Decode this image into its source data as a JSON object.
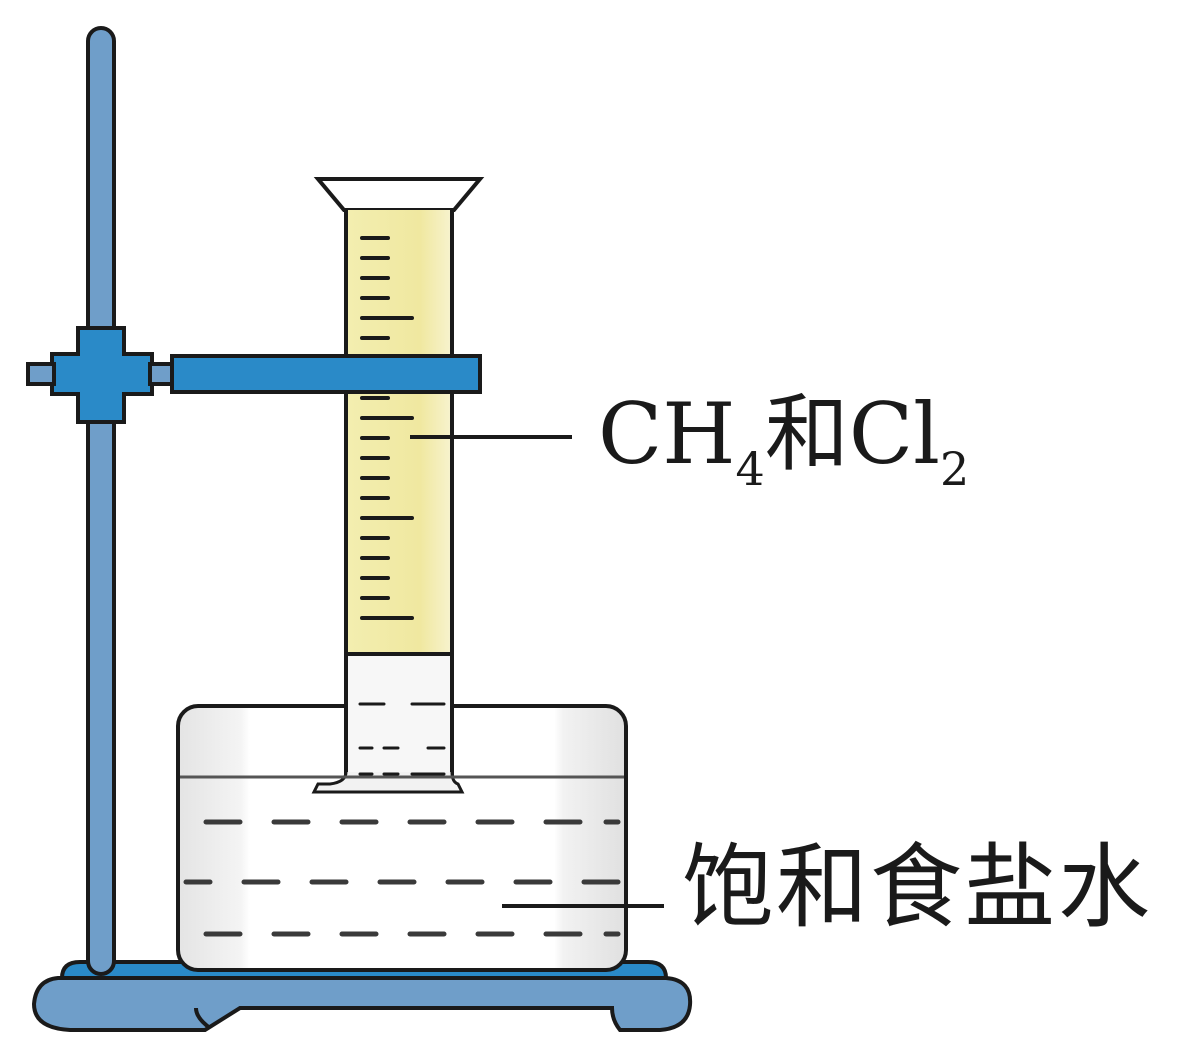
{
  "labels": {
    "gas": {
      "part1": "CH",
      "sub1": "4",
      "part2": "和Cl",
      "sub2": "2"
    },
    "water": "饱和食盐水"
  },
  "colors": {
    "stand": "#6f9ec9",
    "clamp": "#2a8ac8",
    "gas": "#f0eaa6",
    "glass": "#e6e6e6",
    "outline": "#1a1a1a"
  }
}
